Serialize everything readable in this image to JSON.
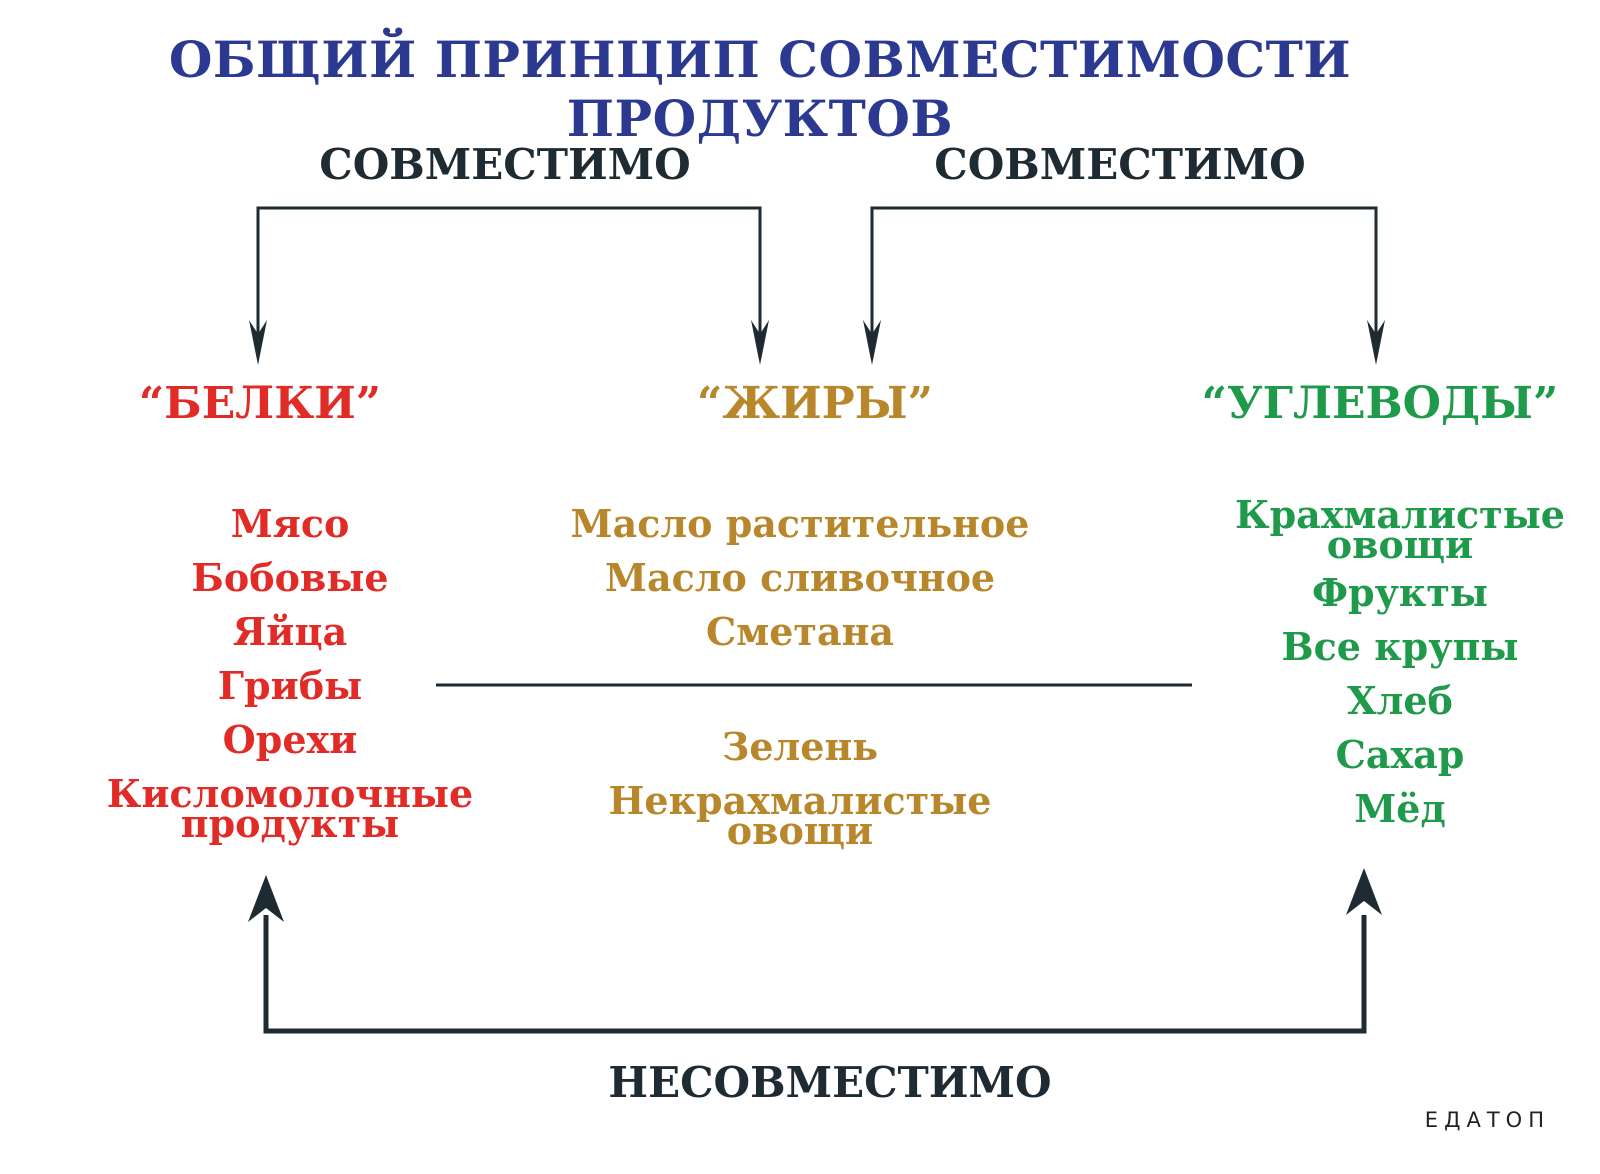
{
  "title": "ОБЩИЙ ПРИНЦИП СОВМЕСТИМОСТИ ПРОДУКТОВ",
  "relations": {
    "left_compatible": "СОВМЕСТИМО",
    "right_compatible": "СОВМЕСТИМО",
    "incompatible": "НЕСОВМЕСТИМО"
  },
  "categories": {
    "proteins": {
      "label": "“БЕЛКИ”",
      "items": [
        "Мясо",
        "Бобовые",
        "Яйца",
        "Грибы",
        "Орехи"
      ],
      "last_item": [
        "Кисломолочные",
        "продукты"
      ]
    },
    "fats": {
      "label": "“ЖИРЫ”",
      "items": [
        "Масло растительное",
        "Масло сливочное",
        "Сметана"
      ],
      "neutral_items": [
        "Зелень"
      ],
      "neutral_last": [
        "Некрахмалистые",
        "овощи"
      ]
    },
    "carbs": {
      "label": "“УГЛЕВОДЫ”",
      "first_item": [
        "Крахмалистые",
        "овощи"
      ],
      "items": [
        "Фрукты",
        "Все крупы",
        "Хлеб",
        "Сахар",
        "Мёд"
      ]
    }
  },
  "brand": "ЕДАТОП",
  "colors": {
    "title": "#2b3990",
    "dark": "#1e2b33",
    "proteins": "#e02b27",
    "fats": "#b8862b",
    "carbs": "#1f9a4b"
  }
}
